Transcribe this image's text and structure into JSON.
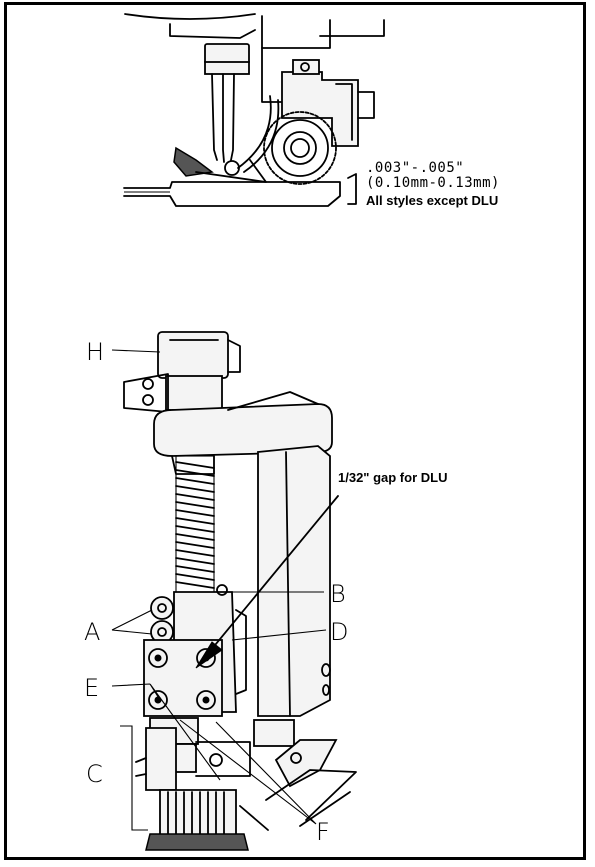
{
  "top_view": {
    "gap_inch": ".003\"-.005\"",
    "gap_mm": "(0.10mm-0.13mm)",
    "gap_note": "All styles except DLU"
  },
  "bottom_view": {
    "dlu_gap_note": "1/32\" gap for DLU"
  },
  "callouts": {
    "H": "H",
    "A": "A",
    "B": "B",
    "D": "D",
    "E": "E",
    "C": "C",
    "F": "F"
  }
}
